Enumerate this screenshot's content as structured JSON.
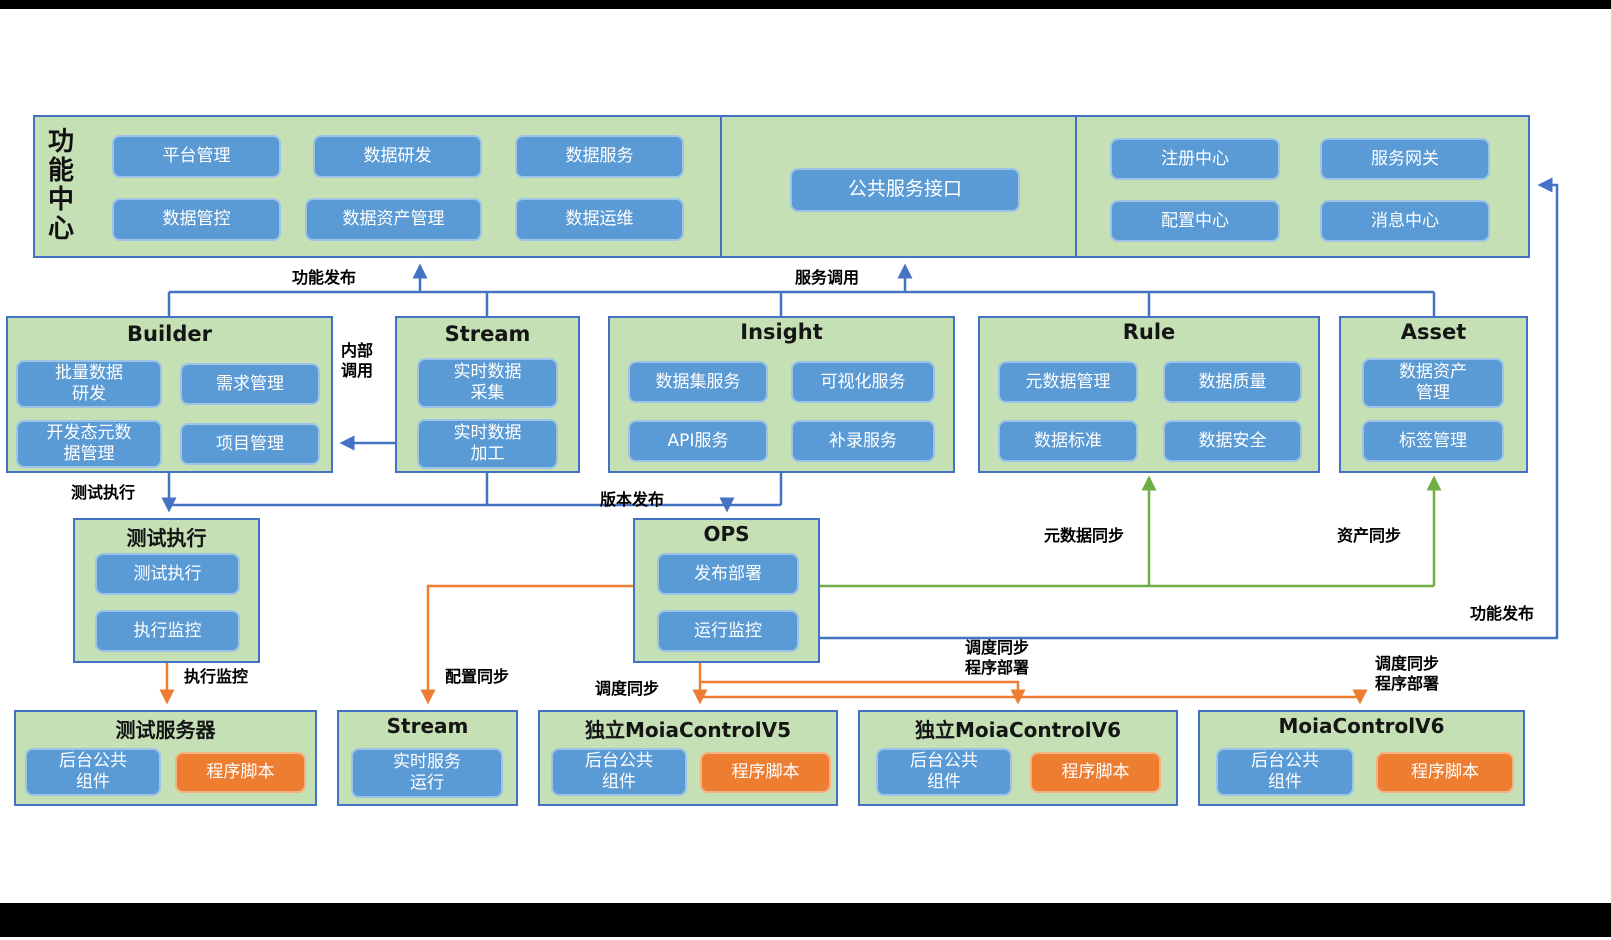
{
  "header": {
    "title": "功能中心",
    "left_buttons": [
      "平台管理",
      "数据研发",
      "数据服务",
      "数据管控",
      "数据资产管理",
      "数据运维"
    ],
    "center_button": "公共服务接口",
    "right_buttons": [
      "注册中心",
      "服务网关",
      "配置中心",
      "消息中心"
    ]
  },
  "modules": [
    {
      "title": "Builder",
      "buttons": [
        "批量数据\n研发",
        "需求管理",
        "开发态元数\n据管理",
        "项目管理"
      ]
    },
    {
      "title": "Stream",
      "buttons": [
        "实时数据\n采集",
        "实时数据\n加工"
      ]
    },
    {
      "title": "Insight",
      "buttons": [
        "数据集服务",
        "可视化服务",
        "API服务",
        "补录服务"
      ]
    },
    {
      "title": "Rule",
      "buttons": [
        "元数据管理",
        "数据质量",
        "数据标准",
        "数据安全"
      ]
    },
    {
      "title": "Asset",
      "buttons": [
        "数据资产\n管理",
        "标签管理"
      ]
    }
  ],
  "runtime": [
    {
      "title": "测试执行",
      "buttons": [
        "测试执行",
        "执行监控"
      ]
    },
    {
      "title": "OPS",
      "buttons": [
        "发布部署",
        "运行监控"
      ]
    }
  ],
  "servers": [
    {
      "title": "测试服务器",
      "component": "后台公共\n组件",
      "script": "程序脚本"
    },
    {
      "title": "Stream",
      "component": "实时服务\n运行"
    },
    {
      "title": "独立MoiaControlV5",
      "component": "后台公共\n组件",
      "script": "程序脚本"
    },
    {
      "title": "独立MoiaControlV6",
      "component": "后台公共\n组件",
      "script": "程序脚本"
    },
    {
      "title": "MoiaControlV6",
      "component": "后台公共\n组件",
      "script": "程序脚本"
    }
  ],
  "labels": {
    "publish_top": "功能发布",
    "service_call": "服务调用",
    "internal_call": "内部\n调用",
    "test_exec": "测试执行",
    "version_release": "版本发布",
    "metadata_sync": "元数据同步",
    "asset_sync": "资产同步",
    "publish_right": "功能发布",
    "exec_monitor": "执行监控",
    "config_sync": "配置同步",
    "schedule_sync": "调度同步",
    "schedule_deploy_a": "调度同步\n程序部署",
    "schedule_deploy_b": "调度同步\n程序部署"
  },
  "colors": {
    "panel_fill": "#c5e0b4",
    "panel_border": "#4472c4",
    "button_blue": "#5b9bd5",
    "button_blue_border": "#9dc3e6",
    "button_orange": "#ed7d31",
    "arrow_blue": "#4472c4",
    "arrow_green": "#70ad47",
    "arrow_orange": "#ed7d31"
  }
}
